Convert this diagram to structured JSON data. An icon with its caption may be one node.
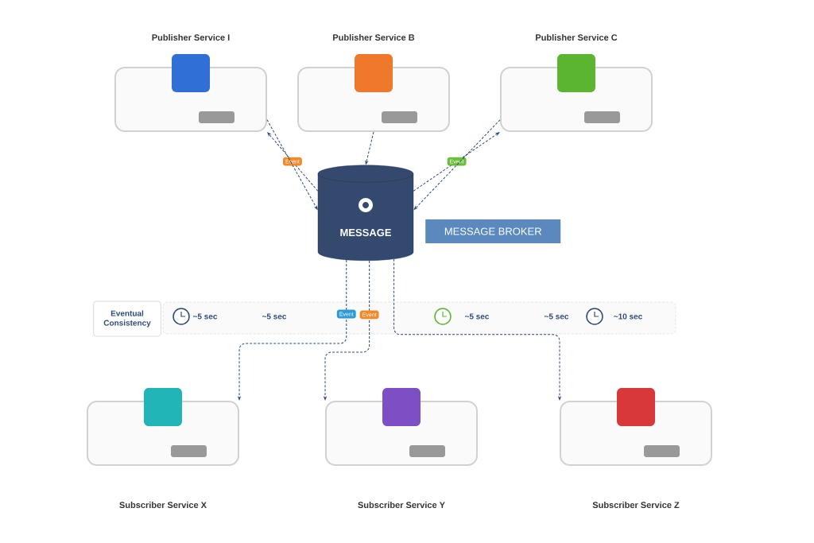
{
  "diagram": {
    "nodes": [
      {
        "text": [
          "Publisher Service I"
        ]
      },
      {
        "text": [
          "Publisher Service B"
        ]
      },
      {
        "text": [
          "Publisher Service C"
        ]
      },
      {
        "text": [
          "MESSAGE"
        ]
      },
      {
        "text": [
          "MESSAGE BROKER"
        ]
      },
      {
        "text": [
          "Eventual Consistency"
        ]
      },
      {
        "text": [
          "Subscriber Service X"
        ]
      },
      {
        "text": [
          "Subscriber Service Y"
        ]
      },
      {
        "text": [
          "Subscriber Service Z"
        ]
      }
    ],
    "edges": [
      {
        "from": 3,
        "to": 0,
        "arrow": "to",
        "label": "Event"
      },
      {
        "from": 0,
        "to": 3,
        "arrow": "to"
      },
      {
        "from": 1,
        "to": 3,
        "arrow": "to"
      },
      {
        "from": 3,
        "to": 2,
        "arrow": "to",
        "label": "Event"
      },
      {
        "from": 2,
        "to": 3,
        "arrow": "to"
      },
      {
        "from": 3,
        "to": 6,
        "arrow": "to",
        "label": "Event"
      },
      {
        "from": 3,
        "to": 7,
        "arrow": "to",
        "label": "Event"
      },
      {
        "from": 3,
        "to": 8,
        "arrow": "to"
      }
    ],
    "labels": [
      "~5 sec",
      "~5 sec",
      "~5 sec",
      "~5 sec",
      "~10 sec"
    ]
  }
}
